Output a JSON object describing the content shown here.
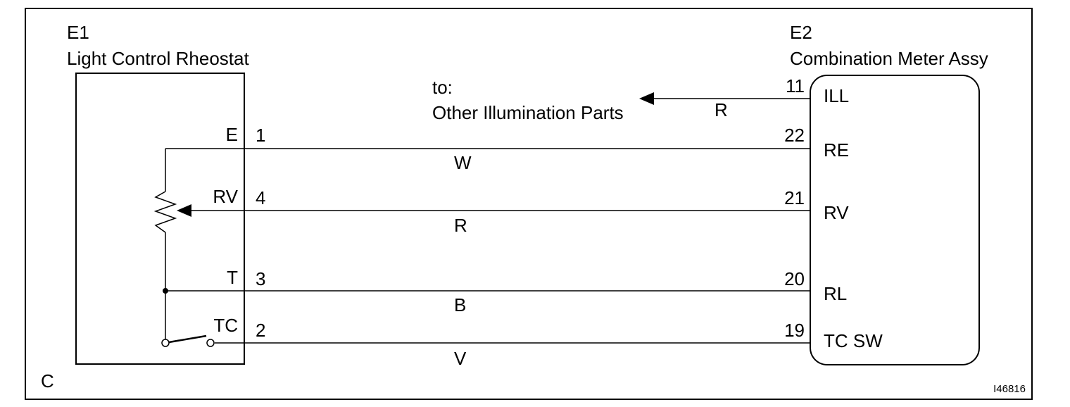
{
  "left_component": {
    "code": "E1",
    "name": "Light Control Rheostat",
    "pin_names": [
      "E",
      "RV",
      "T",
      "TC"
    ],
    "pin_numbers": [
      "1",
      "4",
      "3",
      "2"
    ]
  },
  "right_component": {
    "code": "E2",
    "name": "Combination Meter Assy",
    "pin_names": [
      "ILL",
      "RE",
      "RV",
      "RL",
      "TC SW"
    ],
    "pin_numbers": [
      "11",
      "22",
      "21",
      "20",
      "19"
    ]
  },
  "illumination": {
    "line1": "to:",
    "line2": "Other Illumination Parts",
    "wire_color": "R"
  },
  "wire_colors": [
    "W",
    "R",
    "B",
    "V"
  ],
  "corner_code": "C",
  "figure_id": "I46816"
}
